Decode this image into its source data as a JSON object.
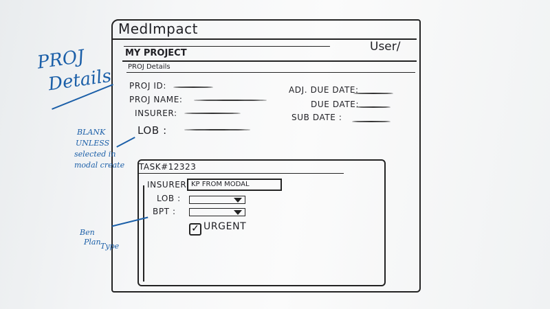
{
  "header": {
    "app_name": "MedImpact",
    "user": "User/",
    "project_title": "MY PROJECT",
    "section_label": "PROJ Details"
  },
  "project_details": {
    "left_fields": [
      "PROJ ID:",
      "PROJ NAME:",
      "INSURER:",
      "LOB :"
    ],
    "right_fields": [
      "ADJ. DUE DATE:",
      "DUE DATE:",
      "SUB DATE :"
    ]
  },
  "task_panel": {
    "title": "TASK#12323",
    "insurer_label": "INSURER:",
    "insurer_value": "KP FROM MODAL",
    "lob_label": "LOB :",
    "bpt_label": "BPT :",
    "urgent_label": "URGENT",
    "urgent_checked": true
  },
  "annotations": {
    "side_title": [
      "PROJ",
      "Details"
    ],
    "blank_note": [
      "BLANK",
      "UNLESS",
      "selected in",
      "modal create"
    ],
    "bpt_note": [
      "Ben",
      "Plan",
      "Type"
    ]
  },
  "colors": {
    "ink": "#1f1f24",
    "marker_blue": "#1b5fa8",
    "board": "#f6f7f8"
  }
}
